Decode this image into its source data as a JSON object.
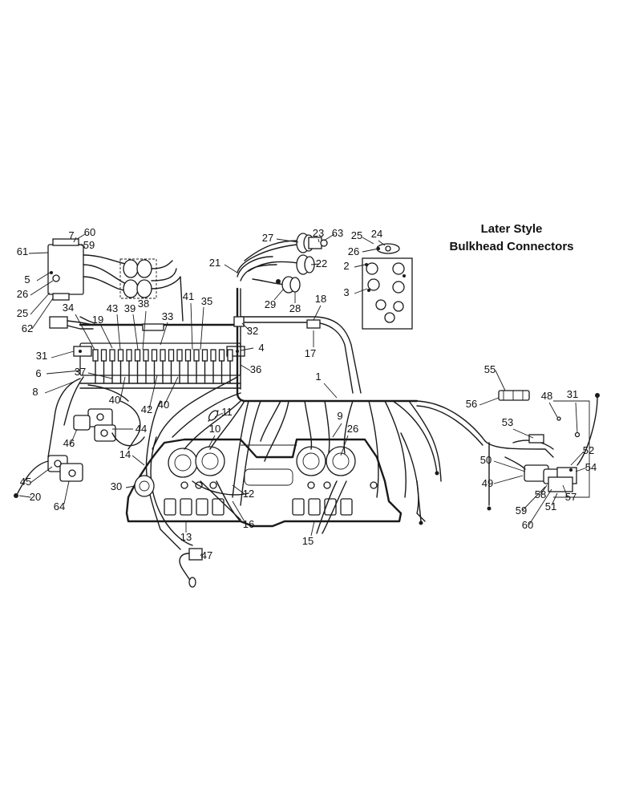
{
  "title": {
    "line1": "Later Style",
    "line2": "Bulkhead Connectors"
  },
  "callouts": [
    "1",
    "2",
    "3",
    "4",
    "5",
    "6",
    "7",
    "8",
    "9",
    "10",
    "11",
    "12",
    "13",
    "14",
    "15",
    "16",
    "17",
    "18",
    "19",
    "20",
    "21",
    "22",
    "23",
    "24",
    "25",
    "26",
    "27",
    "28",
    "29",
    "30",
    "31",
    "32",
    "33",
    "34",
    "35",
    "36",
    "37",
    "38",
    "39",
    "40",
    "41",
    "42",
    "43",
    "44",
    "45",
    "46",
    "47",
    "48",
    "49",
    "50",
    "51",
    "52",
    "53",
    "54",
    "55",
    "56",
    "57",
    "58",
    "59",
    "60",
    "61",
    "62",
    "63",
    "64"
  ]
}
